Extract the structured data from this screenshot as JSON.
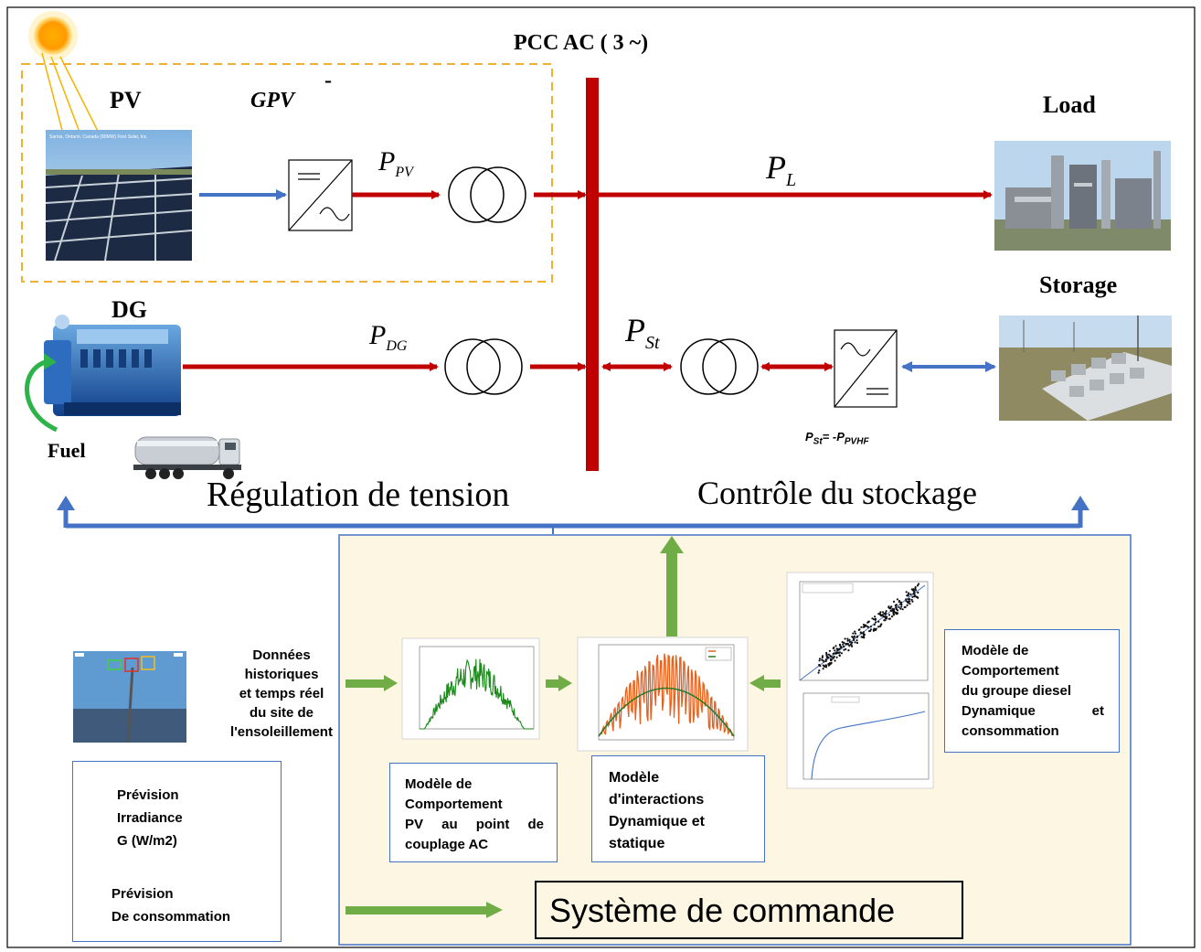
{
  "top": {
    "pcc_label": "PCC AC ( 3 ~)",
    "pv_label": "PV",
    "gpv_label": "GPV",
    "gpv_mark": "-",
    "load_label": "Load",
    "storage_label": "Storage",
    "dg_label": "DG",
    "fuel_label": "Fuel",
    "pst_formula_left": "P",
    "pst_formula_left_sub": "St",
    "pst_formula_mid": "= -P",
    "pst_formula_right_sub": "PVHF",
    "pv_photo_caption": "Sarnia, Ontario, Canada (80MW) First Solar, Inc."
  },
  "flows": {
    "p_pv": {
      "main": "P",
      "sub": "PV"
    },
    "p_l": {
      "main": "P",
      "sub": "L"
    },
    "p_dg": {
      "main": "P",
      "sub": "DG"
    },
    "p_st": {
      "main": "P",
      "sub": "St"
    }
  },
  "banner": {
    "left": "Régulation de tension",
    "right": "Contrôle du stockage"
  },
  "bottom": {
    "donnees": [
      "Données",
      "historiques",
      "et temps réel",
      "du site de",
      "l'ensoleillement"
    ],
    "prevision_irr": [
      "Prévision",
      "Irradiance",
      "G (W/m2)"
    ],
    "prevision_cons": [
      "Prévision",
      "De consommation"
    ],
    "modele_pv": [
      "Modèle de",
      "Comportement",
      "PV au point de",
      "couplage AC"
    ],
    "modele_interactions": [
      "Modèle",
      "d'interactions",
      "Dynamique et",
      "statique"
    ],
    "modele_diesel": [
      "Modèle de",
      "Comportement",
      "du groupe diesel",
      "Dynamique et",
      "consommation"
    ],
    "systeme": "Système de commande"
  },
  "colors": {
    "red": "#c00000",
    "blue": "#4472c4",
    "green": "#70ad47",
    "orange_dash": "#f4b183",
    "panel_bg": "#fdf6e3",
    "plot_green": "#1a8a1a",
    "plot_orange": "#e8601c"
  }
}
